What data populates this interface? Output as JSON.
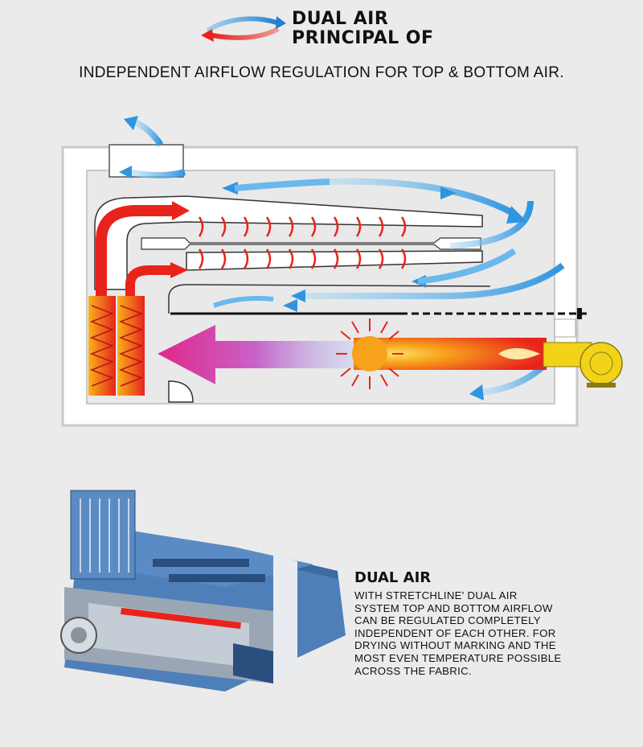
{
  "header": {
    "title_line1": "DUAL AIR",
    "title_line2": "PRINCIPAL OF",
    "subtitle": "INDEPENDENT AIRFLOW REGULATION FOR TOP & BOTTOM AIR."
  },
  "info": {
    "heading": "DUAL AIR",
    "body": "WITH STRETCHLINE' DUAL AIR\nSYSTEM TOP AND BOTTOM AIRFLOW\nCAN BE REGULATED COMPLETELY\nINDEPENDENT OF EACH OTHER. FOR\nDRYING WITHOUT MARKING AND THE\nMOST EVEN TEMPERATURE POSSIBLE\nACROSS THE FABRIC."
  },
  "colors": {
    "hot_air": "#e8231c",
    "cool_air": "#4aa8e8",
    "burner_flame": "#f7a21b",
    "heat_flow": "#e0288a",
    "burner_fan": "#f2d31a",
    "machine_body": "#4f7fb8",
    "background": "#ebebeb"
  },
  "icons": {
    "logo": "dual-air-arrows-icon",
    "fan": "centrifugal-fan-icon",
    "heat_exchanger": "heat-exchanger-icon"
  }
}
